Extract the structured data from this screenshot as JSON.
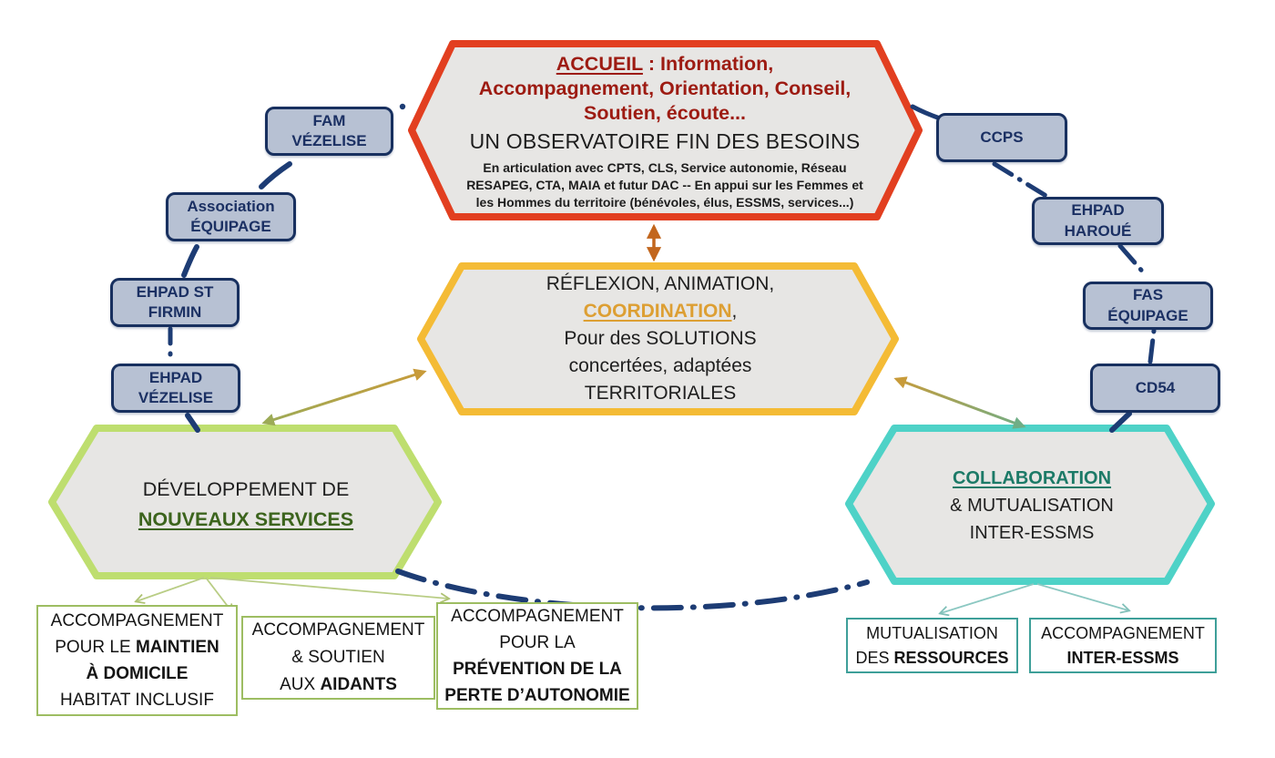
{
  "diagram": {
    "accueil": {
      "title_underlined": "ACCUEIL",
      "title_rest": " : Information,",
      "line2": "Accompagnement, Orientation, Conseil,",
      "line3": "Soutien, écoute...",
      "subtitle": "UN OBSERVATOIRE FIN DES BESOINS",
      "detail_line1": "En articulation avec CPTS, CLS, Service autonomie, Réseau",
      "detail_line2": "RESAPEG, CTA, MAIA et futur DAC -- En appui sur les Femmes et",
      "detail_line3": "les Hommes du territoire (bénévoles, élus, ESSMS, services...)"
    },
    "coordination": {
      "line1": "RÉFLEXION, ANIMATION,",
      "keyword": "COORDINATION",
      "keyword_suffix": ",",
      "line3": "Pour des SOLUTIONS",
      "line4": "concertées, adaptées",
      "line5": "TERRITORIALES"
    },
    "services": {
      "line1": "DÉVELOPPEMENT DE",
      "keyword": "NOUVEAUX SERVICES"
    },
    "collaboration": {
      "keyword": "COLLABORATION",
      "line2": "& MUTUALISATION",
      "line3": "INTER-ESSMS"
    },
    "partners_left": [
      [
        "FAM",
        "VÉZELISE"
      ],
      [
        "Association",
        "ÉQUIPAGE"
      ],
      [
        "EHPAD ST",
        "FIRMIN"
      ],
      [
        "EHPAD",
        "VÉZELISE"
      ]
    ],
    "partners_right": [
      [
        "CCPS"
      ],
      [
        "EHPAD",
        "HAROUÉ"
      ],
      [
        "FAS",
        "ÉQUIPAGE"
      ],
      [
        "CD54"
      ]
    ],
    "service_boxes": [
      {
        "l1": "ACCOMPAGNEMENT",
        "l2_pre": "POUR LE ",
        "l2_bold": "MAINTIEN",
        "l3_bold": "À DOMICILE",
        "l4": "HABITAT INCLUSIF"
      },
      {
        "l1": "ACCOMPAGNEMENT",
        "l2": "& SOUTIEN",
        "l3_pre": "AUX ",
        "l3_bold": "AIDANTS"
      },
      {
        "l1": "ACCOMPAGNEMENT",
        "l2": "POUR LA",
        "l3_bold": "PRÉVENTION DE LA",
        "l4_bold": "PERTE D’AUTONOMIE"
      }
    ],
    "collab_boxes": [
      {
        "l1": "MUTUALISATION",
        "l2_pre": "DES ",
        "l2_bold": "RESSOURCES"
      },
      {
        "l1": "ACCOMPAGNEMENT",
        "l2_bold": "INTER-ESSMS"
      }
    ],
    "colors": {
      "accueil_border": "#e23f20",
      "accueil_text": "#9d1b12",
      "coordination_border": "#f4bb35",
      "coordination_keyword": "#dd9f33",
      "services_border": "#bede6f",
      "services_keyword": "#3c641d",
      "collaboration_border": "#4ed2c7",
      "collaboration_keyword": "#1c7a67",
      "partner_fill": "#b7c1d3",
      "partner_border": "#18305f",
      "partner_text": "#1b3063",
      "connector_navy": "#1d3c74",
      "hexagon_fill": "#e7e6e4",
      "service_box_border": "#9dbd62",
      "collab_box_border": "#3e9f99",
      "arrow_orange": "#c2661d",
      "arrow_gold": "#c89b3a",
      "arrow_olive": "#9cab57",
      "arrow_tealgreen": "#6fae86"
    }
  }
}
